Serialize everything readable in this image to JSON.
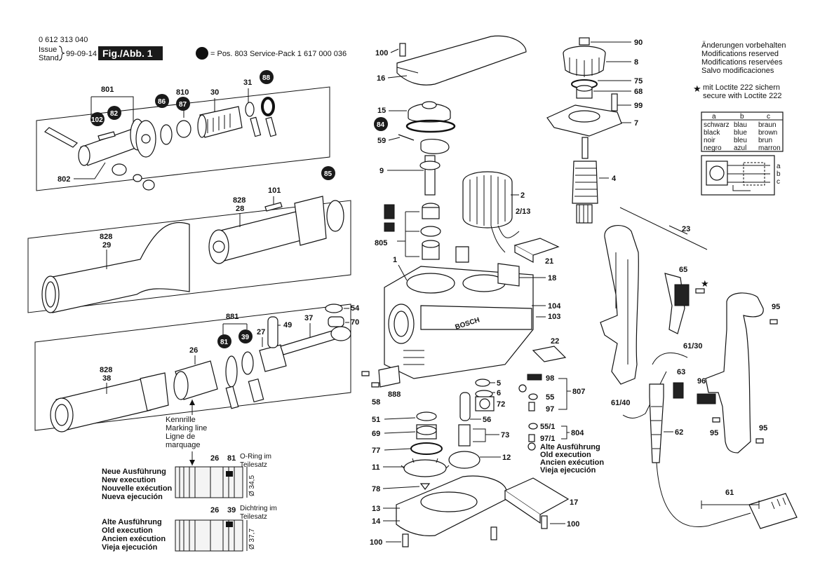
{
  "header": {
    "doc_number": "0 612 313 040",
    "issue_label": "Issue",
    "stand_label": "Stand",
    "issue_date": "99-09-14",
    "figure_label": "Fig./Abb. 1",
    "service_pack": "= Pos. 803 Service-Pack 1 617 000 036"
  },
  "notice": {
    "modifications": [
      "Änderungen vorbehalten",
      "Modifications reserved",
      "Modifications reservées",
      "Salvo modificaciones"
    ],
    "loctite": [
      "mit Loctite 222 sichern",
      "secure with Loctite 222"
    ]
  },
  "color_table": {
    "headers": [
      "a",
      "b",
      "c"
    ],
    "rows": [
      [
        "schwarz",
        "blau",
        "braun"
      ],
      [
        "black",
        "blue",
        "brown"
      ],
      [
        "noir",
        "bleu",
        "brun"
      ],
      [
        "negro",
        "azul",
        "marron"
      ]
    ],
    "terminal_labels": [
      "a",
      "b",
      "c"
    ]
  },
  "marking": [
    "Kennrille",
    "Marking line",
    "Ligne de",
    "marquage"
  ],
  "new_execution": {
    "labels": [
      "Neue Ausführung",
      "New execution",
      "Nouvelle exécution",
      "Nueva ejecución"
    ],
    "parts": [
      "26",
      "81"
    ],
    "note": [
      "O-Ring im",
      "Teilesatz"
    ],
    "dimension": "Ø 34,5"
  },
  "old_execution": {
    "labels": [
      "Alte Ausführung",
      "Old execution",
      "Ancien exécution",
      "Vieja ejecución"
    ],
    "parts": [
      "26",
      "39"
    ],
    "note": [
      "Dichtring im",
      "Teilesatz"
    ],
    "dimension": "Ø 37,7"
  },
  "legend_804": [
    "Alte Ausführung",
    "Old execution",
    "Ancien exécution",
    "Vieja ejecución"
  ],
  "callouts": {
    "p801": "801",
    "p810": "810",
    "p30": "30",
    "p31": "31",
    "p802": "802",
    "p828a": "828",
    "p28": "28",
    "p101": "101",
    "p828b": "828",
    "p29": "29",
    "p881": "881",
    "p27": "27",
    "p49": "49",
    "p37": "37",
    "p54": "54",
    "p70": "70",
    "p26": "26",
    "p828c": "828",
    "p38": "38",
    "p100a": "100",
    "p16": "16",
    "p15": "15",
    "p59": "59",
    "p9": "9",
    "p805": "805",
    "p1": "1",
    "p2": "2",
    "p2_13": "2/13",
    "p21": "21",
    "p18": "18",
    "p104": "104",
    "p103": "103",
    "p22": "22",
    "p58": "58",
    "p888": "888",
    "p98": "98",
    "p807": "807",
    "p55": "55",
    "p97": "97",
    "p5": "5",
    "p6": "6",
    "p72": "72",
    "p51": "51",
    "p56": "56",
    "p69": "69",
    "p73": "73",
    "p77": "77",
    "p11": "11",
    "p12": "12",
    "p55_1": "55/1",
    "p97_1": "97/1",
    "p804": "804",
    "p78": "78",
    "p13": "13",
    "p14": "14",
    "p17": "17",
    "p100b": "100",
    "p100c": "100",
    "p90": "90",
    "p8": "8",
    "p75": "75",
    "p68": "68",
    "p99": "99",
    "p7": "7",
    "p4": "4",
    "p23": "23",
    "p65": "65",
    "p95a": "95",
    "p61_30": "61/30",
    "p63": "63",
    "p96": "96",
    "p61_40": "61/40",
    "p62": "62",
    "p95b": "95",
    "p95c": "95",
    "p61": "61"
  },
  "circled": {
    "c102": "102",
    "c82": "82",
    "c86": "86",
    "c87": "87",
    "c88": "88",
    "c85": "85",
    "c81": "81",
    "c39": "39",
    "c84": "84"
  },
  "brand_mark": "BOSCH"
}
